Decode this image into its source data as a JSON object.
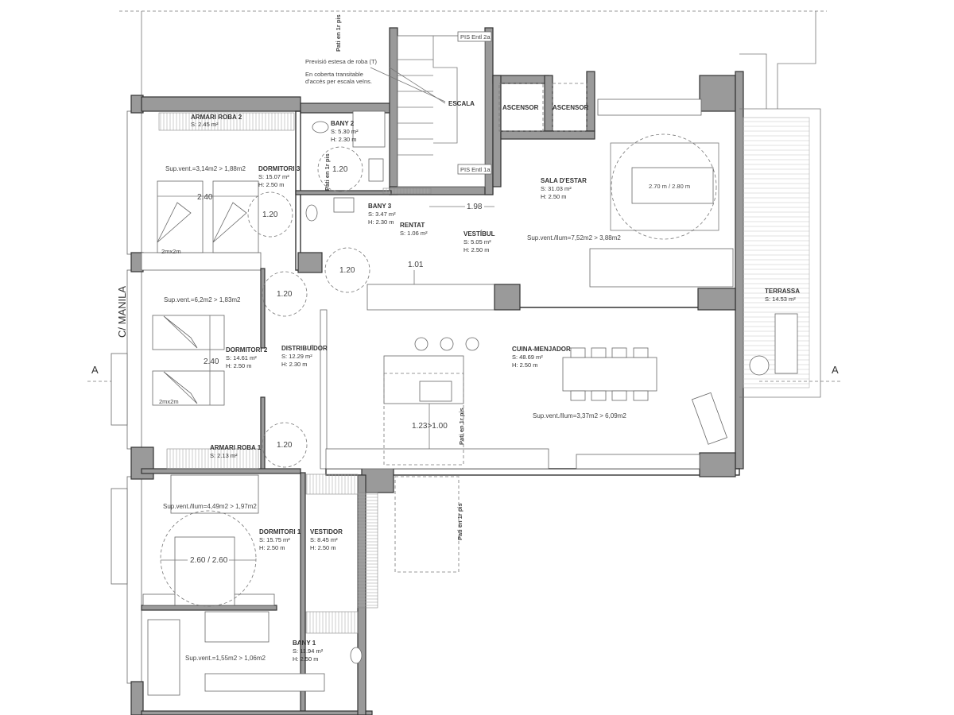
{
  "street": "C/ MANILA",
  "section_markers": [
    "A",
    "A"
  ],
  "annotations": {
    "pati": "Pati en 1r pis",
    "estesa": "Previsió estesa de roba (T)",
    "coberta_1": "En coberta transitable",
    "coberta_2": "d'accés per escala veïns.",
    "pis_2a": "PIS Entl 2a",
    "pis_1a": "PIS Entl 1a",
    "escala": "ESCALA",
    "ascensor": "ASCENSOR",
    "bed_size": "2mx2m",
    "rug": "2.70 m / 2.80 m"
  },
  "rooms": [
    {
      "name": "ARMARI ROBA 2",
      "area": "S: 2.45 m²"
    },
    {
      "name": "BANY 2",
      "area": "S: 5.30 m²",
      "height": "H: 2.30 m"
    },
    {
      "name": "DORMITORI 3",
      "area": "S: 15.07 m²",
      "height": "H: 2.50 m"
    },
    {
      "name": "BANY 3",
      "area": "S: 3.47 m²",
      "height": "H: 2.30 m"
    },
    {
      "name": "RENTAT",
      "area": "S: 1.06 m²"
    },
    {
      "name": "SALA D'ESTAR",
      "area": "S: 31.03 m²",
      "height": "H: 2.50 m"
    },
    {
      "name": "VESTÍBUL",
      "area": "S: 5.05 m²",
      "height": "H: 2.50 m"
    },
    {
      "name": "DORMITORI 2",
      "area": "S: 14.61 m²",
      "height": "H: 2.50 m"
    },
    {
      "name": "DISTRIBUÏDOR",
      "area": "S: 12.29 m²",
      "height": "H: 2.30 m"
    },
    {
      "name": "CUINA-MENJADOR",
      "area": "S: 48.69 m²",
      "height": "H: 2.50 m"
    },
    {
      "name": "TERRASSA",
      "area": "S: 14.53 m²"
    },
    {
      "name": "ARMARI ROBA 1",
      "area": "S: 2.13 m²"
    },
    {
      "name": "DORMITORI 1",
      "area": "S: 15.75 m²",
      "height": "H: 2.50 m"
    },
    {
      "name": "VESTIDOR",
      "area": "S: 8.45 m²",
      "height": "H: 2.50 m"
    },
    {
      "name": "BANY 1",
      "area": "S: 11.94 m²",
      "height": "H: 2.50 m"
    }
  ],
  "ventilation": [
    "Sup.vent.=3,14m2 > 1,88m2",
    "Sup.vent./llum=7,52m2 > 3,88m2",
    "Sup.vent.=6,2m2 > 1,83m2",
    "Sup.vent./llum=3,37m2 > 6,09m2",
    "Sup.vent./llum=4,49m2 > 1,97m2",
    "Sup.vent.=1,55m2 > 1,06m2"
  ],
  "dimensions": {
    "turn": "1.20",
    "bed_width": "2.40",
    "hall": "1.98",
    "passage": "1.01",
    "kitchen": "1.23>1.00",
    "master": "2.60 / 2.60"
  }
}
